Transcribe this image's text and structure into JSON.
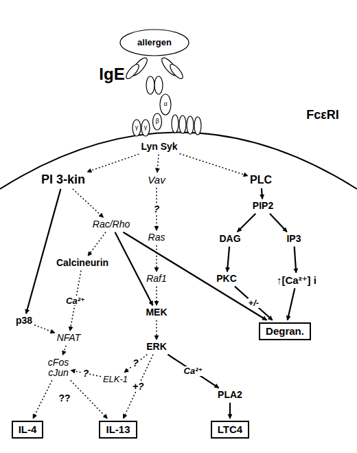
{
  "diagram": {
    "nodes": [
      {
        "text": [
          "Lyn Syk"
        ]
      },
      {
        "text": [
          "PI 3-kin"
        ]
      },
      {
        "text": [
          "Vav"
        ]
      },
      {
        "text": [
          "PLC"
        ]
      },
      {
        "text": [
          "Rac/Rho"
        ]
      },
      {
        "text": [
          "Ras"
        ]
      },
      {
        "text": [
          "PIP2"
        ]
      },
      {
        "text": [
          "DAG"
        ]
      },
      {
        "text": [
          "IP3"
        ]
      },
      {
        "text": [
          "Calcineurin"
        ]
      },
      {
        "text": [
          "Raf1"
        ]
      },
      {
        "text": [
          "PKC"
        ]
      },
      {
        "text": [
          "↑[Ca²⁺] i"
        ]
      },
      {
        "text": [
          "p38"
        ]
      },
      {
        "text": [
          "MEK"
        ]
      },
      {
        "text": [
          "Degran."
        ]
      },
      {
        "text": [
          "NFAT"
        ]
      },
      {
        "text": [
          "ERK"
        ]
      },
      {
        "text": [
          "cFos cJun"
        ]
      },
      {
        "text": [
          "ELK-1"
        ]
      },
      {
        "text": [
          "PLA2"
        ]
      },
      {
        "text": [
          "IL-4"
        ]
      },
      {
        "text": [
          "IL-13"
        ]
      },
      {
        "text": [
          "LTC4"
        ]
      }
    ],
    "edges": [
      {
        "from": 0,
        "to": 1,
        "arrow": "to"
      },
      {
        "from": 0,
        "to": 2,
        "arrow": "to"
      },
      {
        "from": 0,
        "to": 3,
        "arrow": "to"
      },
      {
        "from": 1,
        "to": 4,
        "arrow": "to"
      },
      {
        "from": 1,
        "to": 13,
        "arrow": "to"
      },
      {
        "from": 2,
        "to": 5,
        "label": "?",
        "arrow": "to"
      },
      {
        "from": 3,
        "to": 6,
        "arrow": "to"
      },
      {
        "from": 6,
        "to": 7,
        "arrow": "to"
      },
      {
        "from": 6,
        "to": 8,
        "arrow": "to"
      },
      {
        "from": 7,
        "to": 11,
        "arrow": "to"
      },
      {
        "from": 8,
        "to": 12,
        "arrow": "to"
      },
      {
        "from": 4,
        "to": 9,
        "arrow": "to"
      },
      {
        "from": 4,
        "to": 14,
        "arrow": "to"
      },
      {
        "from": 4,
        "to": 15,
        "arrow": "to"
      },
      {
        "from": 5,
        "to": 10,
        "arrow": "to"
      },
      {
        "from": 10,
        "to": 14,
        "arrow": "to"
      },
      {
        "from": 9,
        "to": 16,
        "label": "Ca²⁺",
        "arrow": "to"
      },
      {
        "from": 13,
        "to": 16,
        "arrow": "to"
      },
      {
        "from": 14,
        "to": 17,
        "arrow": "to"
      },
      {
        "from": 11,
        "to": 15,
        "label": "+/-",
        "arrow": "to"
      },
      {
        "from": 12,
        "to": 15,
        "arrow": "to"
      },
      {
        "from": 16,
        "to": 18,
        "arrow": "to"
      },
      {
        "from": 17,
        "to": 19,
        "label": "?",
        "arrow": "to"
      },
      {
        "from": 19,
        "to": 18,
        "label": "?",
        "arrow": "to"
      },
      {
        "from": 17,
        "to": 20,
        "label": "Ca²⁺",
        "arrow": "to"
      },
      {
        "from": 17,
        "to": 22,
        "label": "+?",
        "arrow": "to"
      },
      {
        "from": 18,
        "to": 21,
        "arrow": "to"
      },
      {
        "from": 18,
        "to": 22,
        "arrow": "to"
      },
      {
        "from": 20,
        "to": 23,
        "arrow": "to"
      }
    ],
    "labels": [
      "allergen",
      "IgE",
      "FcεRI",
      "α",
      "β",
      "γ",
      "γ",
      "??"
    ]
  }
}
